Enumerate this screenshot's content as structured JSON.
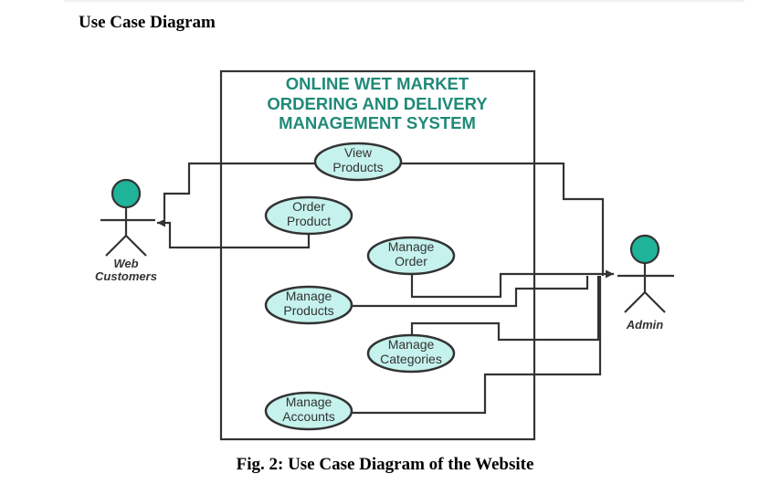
{
  "heading": "Use Case Diagram",
  "caption": "Fig. 2: Use Case Diagram of the Website",
  "system": {
    "title_lines": [
      "ONLINE WET MARKET",
      "ORDERING AND DELIVERY",
      "MANAGEMENT SYSTEM"
    ]
  },
  "actors": {
    "customer": {
      "label_lines": [
        "Web",
        "Customers"
      ]
    },
    "admin": {
      "label": "Admin"
    }
  },
  "use_cases": [
    {
      "id": "view-products",
      "lines": [
        "View",
        "Products"
      ]
    },
    {
      "id": "order-product",
      "lines": [
        "Order",
        "Product"
      ]
    },
    {
      "id": "manage-order",
      "lines": [
        "Manage",
        "Order"
      ]
    },
    {
      "id": "manage-products",
      "lines": [
        "Manage",
        "Products"
      ]
    },
    {
      "id": "manage-categories",
      "lines": [
        "Manage",
        "Categories"
      ]
    },
    {
      "id": "manage-accounts",
      "lines": [
        "Manage",
        "Accounts"
      ]
    }
  ],
  "colors": {
    "title": "#1f8a78",
    "use_case_fill": "#c5f2ec",
    "actor_head": "#1fb39a",
    "line": "#333333"
  }
}
